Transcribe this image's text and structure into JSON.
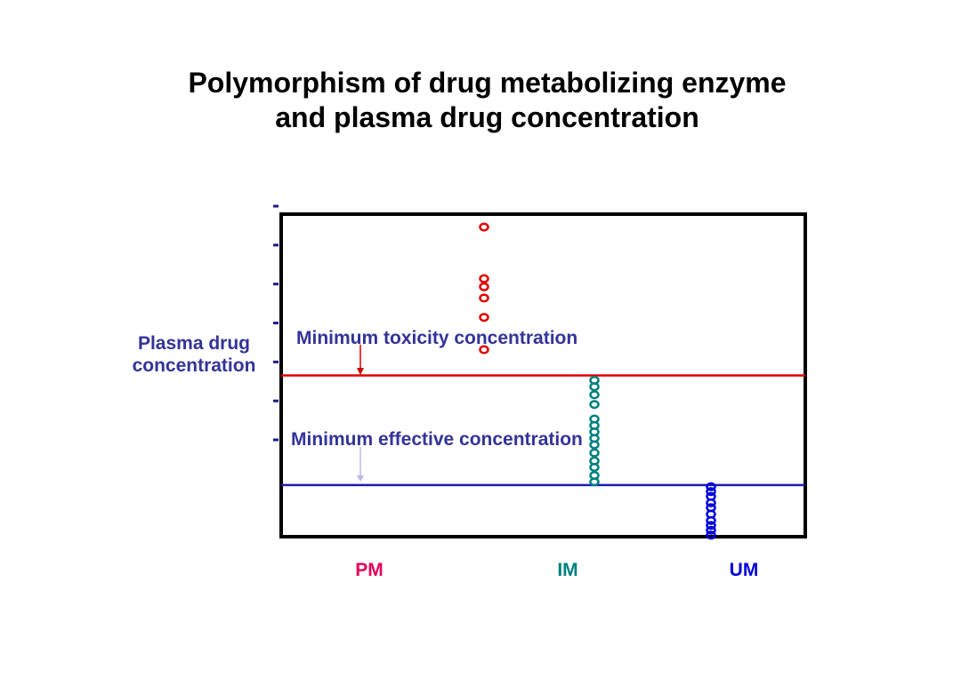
{
  "slide": {
    "title_line1": "Polymorphism of drug metabolizing enzyme",
    "title_line2": "and plasma drug concentration"
  },
  "chart_data": {
    "type": "scatter",
    "ylabel": [
      "Plasma drug",
      "concentration"
    ],
    "xlabel": "",
    "categories": [
      "PM",
      "IM",
      "UM"
    ],
    "category_colors": [
      "#e8005a",
      "#008080",
      "#0000dd"
    ],
    "y_tick_count": 7,
    "ylim": [
      0,
      100
    ],
    "y_ticks_labels_shown": false,
    "reference_lines": [
      {
        "label": "Minimum toxicity concentration",
        "value": 50,
        "color": "#e00000"
      },
      {
        "label": "Minimum effective concentration",
        "value": 16,
        "color": "#1c1cb0"
      }
    ],
    "label_color": "#333399",
    "series": [
      {
        "category": "PM",
        "color": "#e00000",
        "y": [
          96,
          80,
          77.5,
          74,
          68,
          58
        ]
      },
      {
        "category": "IM",
        "color": "#008080",
        "y": [
          48.5,
          46.5,
          44,
          41,
          36.5,
          34.5,
          32.5,
          30.5,
          28.5,
          26,
          23.5,
          21.5,
          19,
          17
        ]
      },
      {
        "category": "UM",
        "color": "#0000dd",
        "y": [
          15.5,
          14,
          12.5,
          10.5,
          9,
          7,
          5,
          3.5,
          2,
          0.5
        ]
      }
    ]
  }
}
